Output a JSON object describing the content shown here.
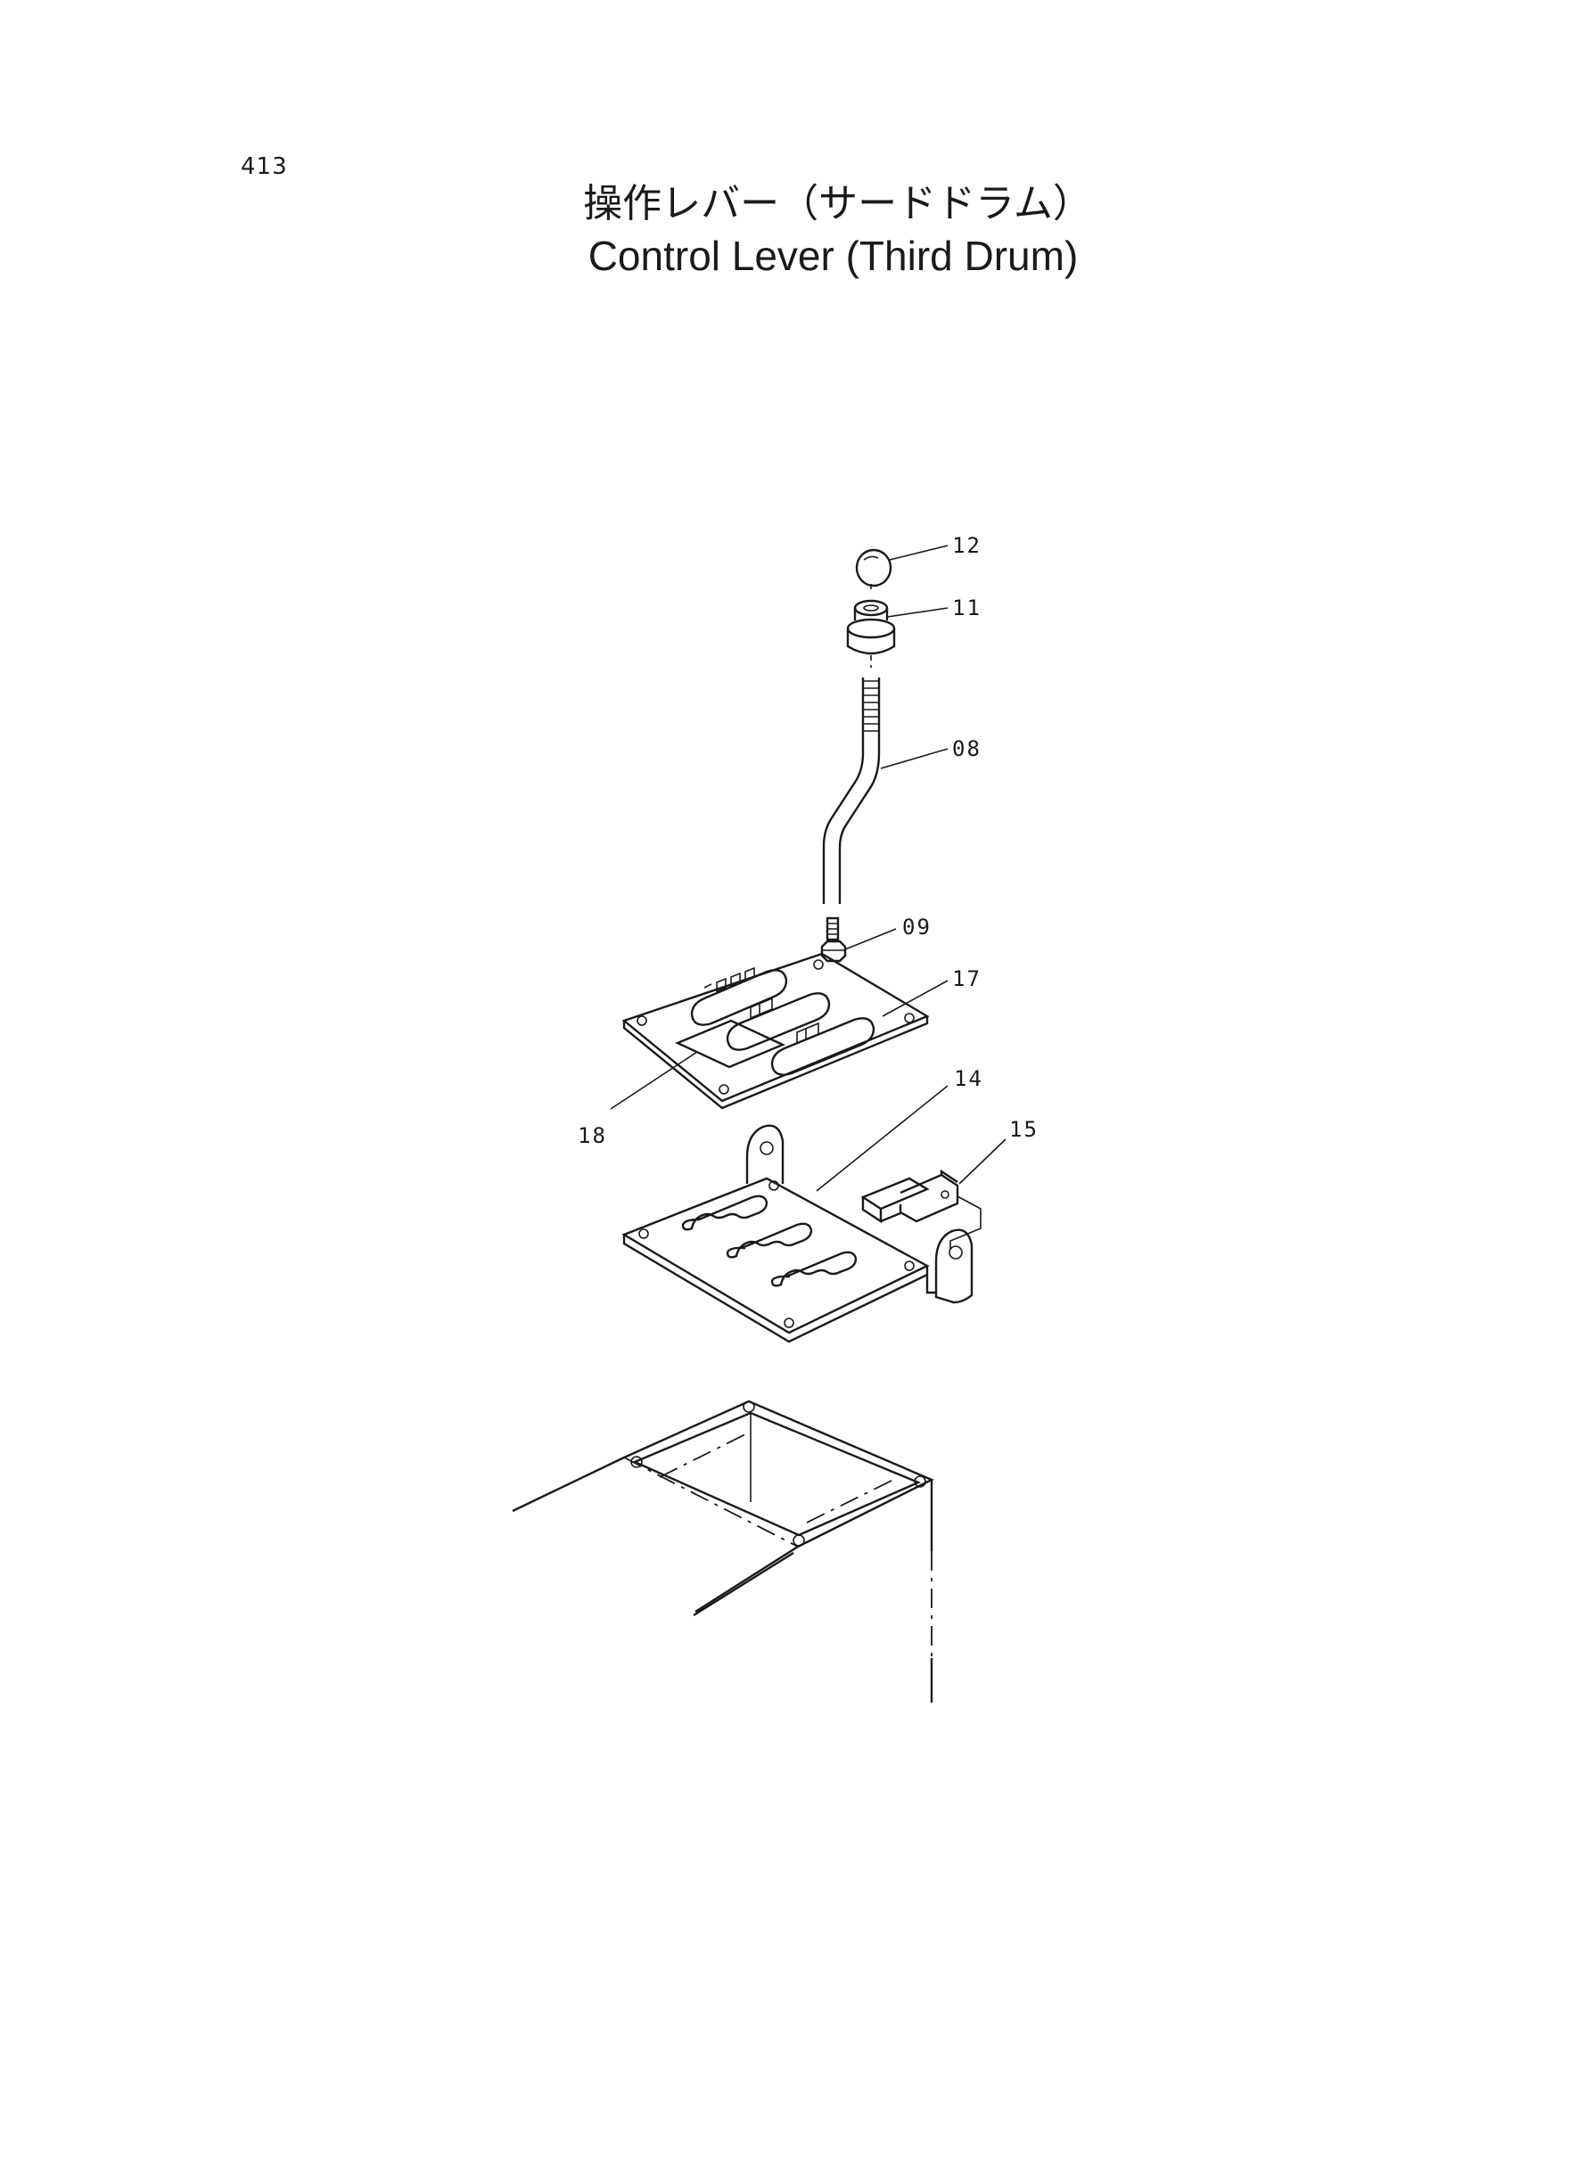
{
  "page": {
    "number": "413",
    "title_jp": "操作レバー（サードドラム）",
    "title_en": "Control Lever (Third Drum)"
  },
  "callouts": [
    {
      "id": "12",
      "label": "12"
    },
    {
      "id": "11",
      "label": "11"
    },
    {
      "id": "08",
      "label": "08"
    },
    {
      "id": "09",
      "label": "09"
    },
    {
      "id": "17",
      "label": "17"
    },
    {
      "id": "14",
      "label": "14"
    },
    {
      "id": "15",
      "label": "15"
    },
    {
      "id": "18",
      "label": "18"
    }
  ],
  "colors": {
    "line": "#1a1a1a",
    "background": "#ffffff"
  }
}
